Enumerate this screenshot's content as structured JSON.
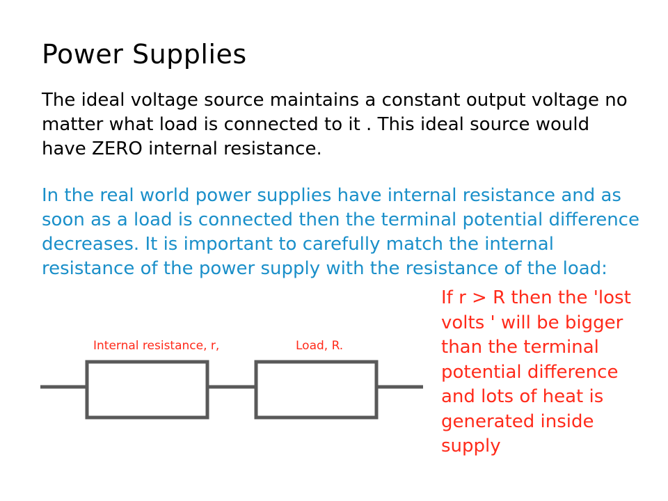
{
  "title": "Power Supplies",
  "paragraphs": {
    "ideal": "The ideal voltage source maintains a constant output voltage no matter what load is connected to it . This ideal source would have ZERO internal resistance.",
    "real": "In the real world power supplies have internal resistance and as soon as a load is connected then the terminal potential difference decreases. It is important to carefully match the internal resistance of the power supply with the resistance of the load:"
  },
  "note": "If r > R then the 'lost volts ' will be bigger than the terminal potential difference  and lots of heat  is generated inside supply",
  "circuit": {
    "internal_label": "Internal resistance, r,",
    "load_label": "Load, R."
  },
  "colors": {
    "title": "#000000",
    "ideal_text": "#000000",
    "real_text": "#1a8fc9",
    "note_text": "#ff2a1a",
    "circuit_labels": "#ff2a1a",
    "circuit_lines": "#595959"
  }
}
